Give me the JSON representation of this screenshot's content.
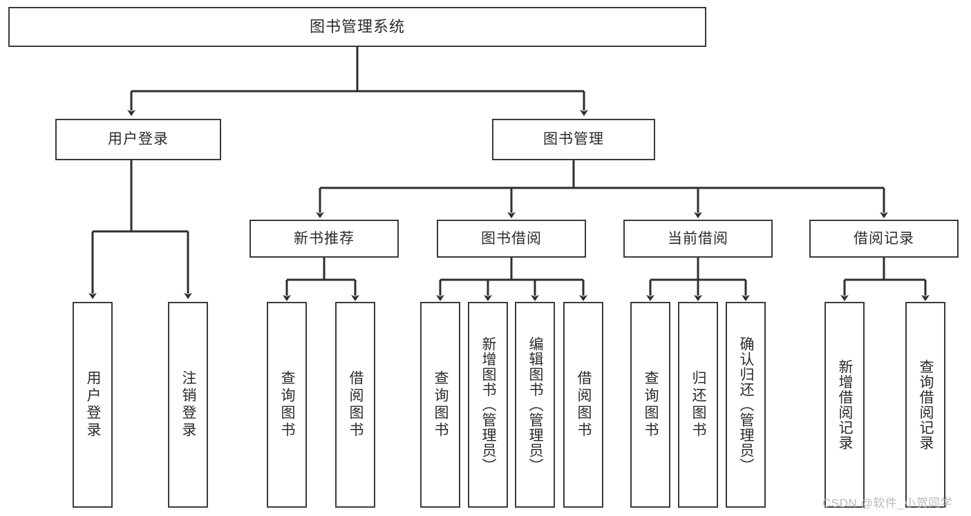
{
  "diagram": {
    "type": "tree",
    "title": "图书管理系统",
    "root": {
      "label": "图书管理系统"
    },
    "level2": [
      {
        "label": "用户登录"
      },
      {
        "label": "图书管理"
      }
    ],
    "level3": [
      {
        "label": "新书推荐"
      },
      {
        "label": "图书借阅"
      },
      {
        "label": "当前借阅"
      },
      {
        "label": "借阅记录"
      }
    ],
    "leaves": {
      "user_login": [
        {
          "label": "用户登录"
        },
        {
          "label": "注销登录"
        }
      ],
      "new_book_recommend": [
        {
          "label": "查询图书"
        },
        {
          "label": "借阅图书"
        }
      ],
      "book_borrow": [
        {
          "label": "查询图书"
        },
        {
          "label": "新增图书（管理员）"
        },
        {
          "label": "编辑图书（管理员）"
        },
        {
          "label": "借阅图书"
        }
      ],
      "current_borrow": [
        {
          "label": "查询图书"
        },
        {
          "label": "归还图书"
        },
        {
          "label": "确认归还（管理员）"
        }
      ],
      "borrow_record": [
        {
          "label": "新增借阅记录"
        },
        {
          "label": "查询借阅记录"
        }
      ]
    }
  },
  "watermark": {
    "text": "CSDN @软件_小贺同学"
  },
  "colors": {
    "border": "#3a3a3a",
    "background": "#ffffff",
    "text": "#2b2b2b",
    "watermark": "#b9b9b9"
  }
}
